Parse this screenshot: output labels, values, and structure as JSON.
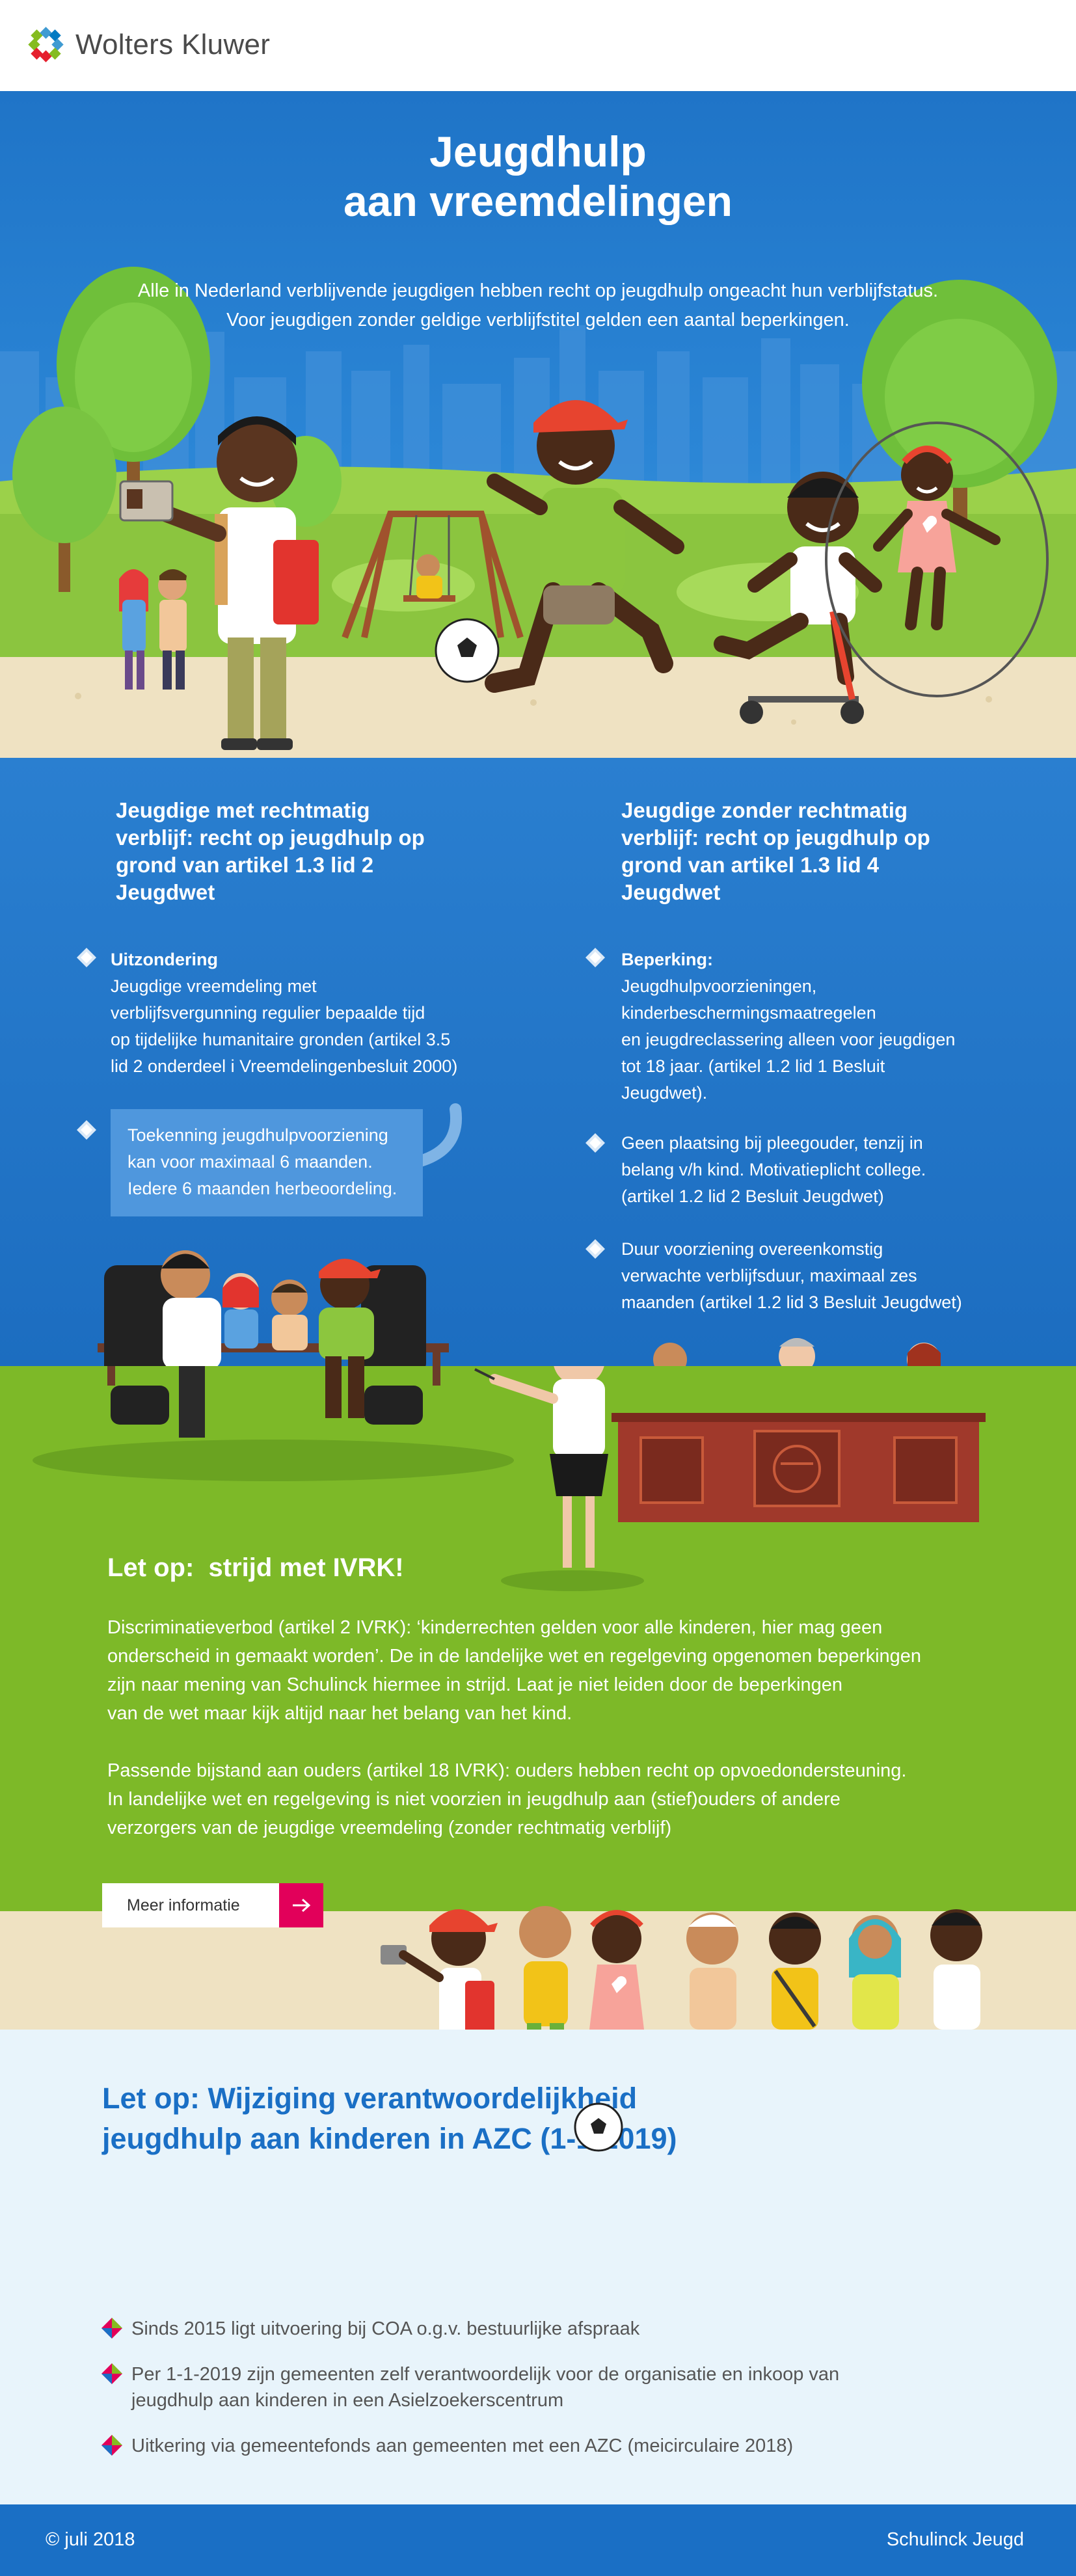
{
  "brand": {
    "name": "Wolters Kluwer"
  },
  "hero": {
    "title_line1": "Jeugdhulp",
    "title_line2": "aan vreemdelingen",
    "intro_line1": "Alle in Nederland verblijvende jeugdigen hebben recht op jeugdhulp ongeacht hun verblijfstatus.",
    "intro_line2": "Voor jeugdigen zonder geldige verblijfstitel gelden een aantal beperkingen."
  },
  "left_col": {
    "heading": [
      "Jeugdige met rechtmatig",
      "verblijf: recht op jeugdhulp op",
      "grond van artikel 1.3 lid 2",
      "Jeugdwet"
    ],
    "bullet1_title": "Uitzondering",
    "bullet1_lines": [
      "Jeugdige vreemdeling met",
      "verblijfsvergunning regulier bepaalde tijd",
      "op tijdelijke humanitaire gronden (artikel 3.5",
      "lid 2 onderdeel i Vreemdelingenbesluit 2000)"
    ],
    "callout_lines": [
      "Toekenning jeugdhulpvoorziening",
      "kan voor maximaal 6 maanden.",
      "Iedere 6 maanden herbeoordeling."
    ]
  },
  "right_col": {
    "heading": [
      "Jeugdige zonder rechtmatig",
      "verblijf: recht op jeugdhulp op",
      "grond van artikel 1.3 lid 4",
      "Jeugdwet"
    ],
    "bullet1_title": "Beperking:",
    "bullet1_lines": [
      "Jeugdhulpvoorzieningen,",
      "kinderbeschermingsmaatregelen",
      "en jeugdreclassering alleen voor jeugdigen",
      "tot 18 jaar. (artikel 1.2 lid 1 Besluit",
      "Jeugdwet)."
    ],
    "bullet2_lines": [
      "Geen plaatsing bij pleegouder, tenzij in",
      "belang v/h kind. Motivatieplicht college.",
      "(artikel 1.2 lid 2 Besluit Jeugdwet)"
    ],
    "bullet3_lines": [
      "Duur voorziening overeenkomstig",
      "verwachte verblijfsduur, maximaal zes",
      "maanden (artikel 1.2 lid 3 Besluit Jeugdwet)"
    ]
  },
  "ivrk": {
    "title": "Let op:  strijd met IVRK!",
    "p1_lines": [
      "Discriminatieverbod (artikel 2 IVRK): ‘kinderrechten gelden voor alle kinderen, hier mag geen",
      "onderscheid in gemaakt worden’. De in de landelijke wet en regelgeving opgenomen beperkingen",
      "zijn naar mening van Schulinck hiermee in strijd. Laat je niet leiden door de beperkingen",
      "van de wet maar kijk altijd naar het belang van het kind."
    ],
    "p2_lines": [
      "Passende bijstand aan ouders (artikel 18 IVRK): ouders hebben recht op opvoedondersteuning.",
      "In landelijke wet en regelgeving is niet voorzien in jeugdhulp aan (stief)ouders of andere",
      "verzorgers van de jeugdige vreemdeling (zonder rechtmatig verblijf)"
    ],
    "button_label": "Meer informatie"
  },
  "azc": {
    "title_line1": "Let op: Wijziging verantwoordelijkheid",
    "title_line2": "jeugdhulp aan kinderen in AZC  (1-1-2019)",
    "items": [
      {
        "lines": [
          "Sinds 2015 ligt uitvoering bij COA o.g.v. bestuurlijke afspraak"
        ]
      },
      {
        "lines": [
          "Per 1-1-2019 zijn gemeenten zelf verantwoordelijk voor de organisatie en inkoop van",
          "jeugdhulp aan kinderen in een Asielzoekerscentrum"
        ]
      },
      {
        "lines": [
          "Uitkering via gemeentefonds aan gemeenten met een AZC (meicirculaire 2018)"
        ]
      }
    ]
  },
  "footer": {
    "left": "© juli 2018",
    "right": "Schulinck Jeugd"
  },
  "colors": {
    "blue": "#1a6fc5",
    "green": "#7db928",
    "magenta": "#e2005a",
    "light": "#e8f4fb"
  }
}
